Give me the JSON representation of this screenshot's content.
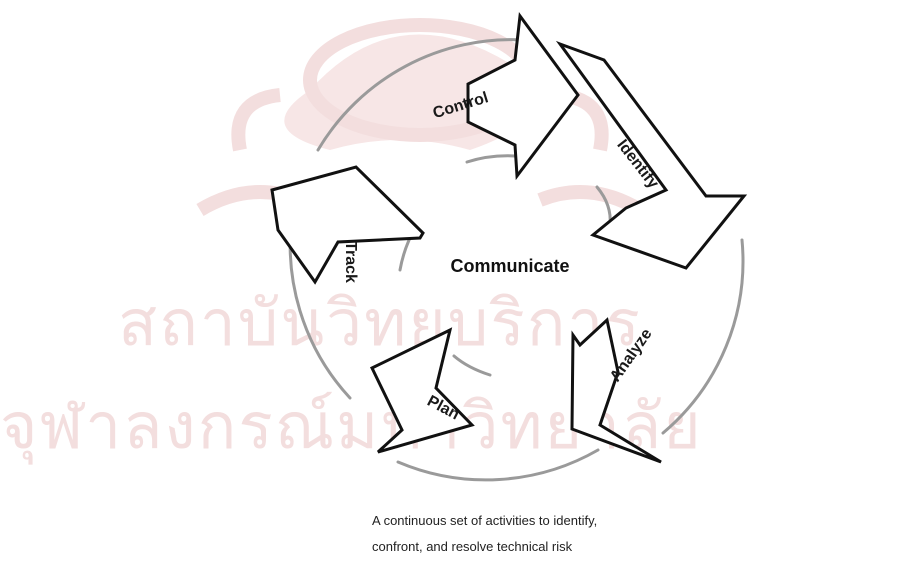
{
  "watermark": {
    "line1": "สถาบันวิทยบริการ",
    "line2": "จุฬาลงกรณ์มหาวิทยาลัย",
    "color": "#f3dede"
  },
  "cycle": {
    "center": "Communicate",
    "steps": {
      "control": "Control",
      "identify": "Identify",
      "analyze": "Analyze",
      "plan": "Plan",
      "track": "Track"
    },
    "arc_color": "#9a9a9a",
    "arrow_stroke": "#111111"
  },
  "caption": {
    "line1": "A continuous set of activities to identify,",
    "line2": "confront, and resolve technical risk"
  }
}
